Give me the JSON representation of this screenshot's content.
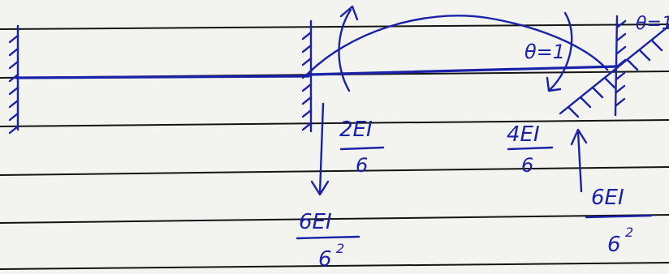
{
  "colors": {
    "ink": "#1a22a8",
    "paper": "#f3f3ef",
    "rule": "#141414"
  },
  "labels": {
    "rotation_left": "θ=1",
    "rotation_right": "θ=1",
    "moment_left": {
      "numerator": "2EI",
      "denominator": "6"
    },
    "moment_right": {
      "numerator": "4EI",
      "denominator": "6"
    },
    "shear_left": {
      "numerator": "6EI",
      "denominator_base": "6",
      "denominator_exp": "2"
    },
    "shear_right": {
      "numerator": "6EI",
      "denominator_base": "6",
      "denominator_exp": "2"
    }
  }
}
